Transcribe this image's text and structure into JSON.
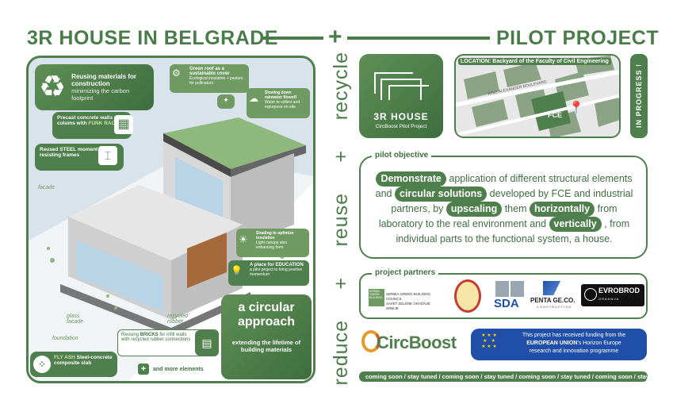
{
  "header": {
    "left_title": "3R HOUSE IN BELGRADE",
    "plus": "+",
    "right_title": "PILOT PROJECT"
  },
  "vertical_words": {
    "recycle": "recycle",
    "plus1": "+",
    "reuse": "reuse",
    "plus2": "+",
    "reduce": "reduce"
  },
  "left_panel": {
    "reuse_materials_title": "Reusing materials for construction",
    "reuse_materials_sub": "minimizing the carbon footprint",
    "green_roof_title": "Green roof as a sustainable cover",
    "green_roof_sub": "Ecological insulation + pasture for pollinators",
    "rainwater_title": "Slowing down rainwater flowoff",
    "rainwater_sub": "Water to collect and repurpose on-site",
    "precast_title": "Precast concrete walls and colums with",
    "precast_highlight": "FUNK RAC",
    "steel_title_pre": "Reused ",
    "steel_title_bold": "STEEL",
    "steel_title_post": " moment-resisting frames",
    "facade_label": "facade",
    "shading_title": "Shading to optimize insulation",
    "shading_sub": "Light canopy also enhancing form",
    "education_pre": "A place for ",
    "education_bold": "EDUCATION",
    "education_sub": "a pilot project to bring positive momentum",
    "glass_facade": "glass facade",
    "recycled_rubber": "recycled rubber",
    "foundation": "foundation",
    "circular_title": "a circular approach",
    "circular_sub": "extending the lifetime of building materials",
    "bricks_pre": "Reusing ",
    "bricks_bold": "BRICKS",
    "bricks_post": " for infill walls with recycled rubber connections",
    "flyash_bold": "FLY ASH",
    "flyash_rest": " Steel-concrete composite slab",
    "more_elements": "and more elements"
  },
  "logo_tile": {
    "name": "3R HOUSE",
    "sub": "CircBoost Pilot Project"
  },
  "location": {
    "label": "LOCATION: Backyard of the Faculty of Civil Engineering",
    "map_tag": "FCE",
    "street": "KING ALEXANDER BOULEVARD"
  },
  "in_progress": "IN PROGRESS !",
  "objective": {
    "heading": "pilot objective",
    "w_demonstrate": "Demonstrate",
    "t1": " application of different structural elements and ",
    "w_circular": "circular solutions",
    "t2": " developed by FCE and industrial partners, by ",
    "w_upscaling": "upscaling",
    "t3": " them ",
    "w_horizontally": "horizontally",
    "t4": " from laboratory to the real environment and ",
    "w_vertically": "vertically",
    "t5": " , from individual parts to the functional system, a house."
  },
  "partners": {
    "heading": "project partners",
    "sgbc_line1": "SERBIA GREEN BUILDING COUNCIL",
    "sgbc_line2": "SAVET ZELENE GRADNJE SRBIJE",
    "sgbc_badge": "SERBIA GREEN BUILDING",
    "sda": "SDA",
    "penta": "PENTA GE.CO.",
    "penta_sub": "CONSTRUCTION",
    "evrobrod": "EVROBROD",
    "evrobrod_sub": "GRADNJA"
  },
  "circboost": "CircBoost",
  "eu": {
    "line1": "This project has received funding from the",
    "line2_bold": "EUROPEAN UNION",
    "line2_rest": "'s Horizon Europe",
    "line3": "research and innovation programme"
  },
  "ticker": "coming soon / stay tuned / coming soon / stay tuned / coming soon / stay tuned / coming soon / stay tuned / coming soon",
  "colors": {
    "dark_green": "#4f7f4c",
    "mid_green": "#6f9a62",
    "light_bg": "#d9e3ec",
    "eu_blue": "#1f4fa8"
  }
}
